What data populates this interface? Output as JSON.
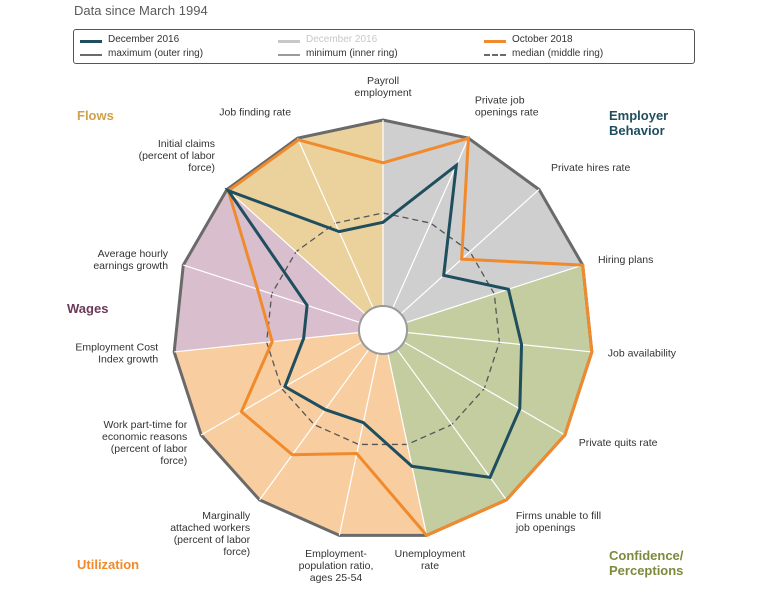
{
  "subtitle": "Data since March 1994",
  "legend": {
    "dec2016": "December 2016",
    "dec2016_faded": "December 2016",
    "oct2018": "October 2018",
    "max": "maximum (outer ring)",
    "min": "minimum (inner ring)",
    "median": "median (middle ring)"
  },
  "groups": {
    "flows": "Flows",
    "employer_1": "Employer",
    "employer_2": "Behavior",
    "wages": "Wages",
    "utilization": "Utilization",
    "confidence_1": "Confidence/",
    "confidence_2": "Perceptions"
  },
  "colors": {
    "dec2016": "#1f4e5f",
    "oct2018": "#f08a2c",
    "faded": "#c8c8c8",
    "ring": "#6a6a6a",
    "flows": "#e7c98a",
    "employer": "#c7c7c7",
    "confidence": "#b8c48f",
    "utilization": "#f7c58f",
    "wages": "#d2b4c6"
  },
  "chart_data": {
    "type": "radar",
    "scale": "each axis normalized: 0 = minimum (inner ring), 0.5 = median (middle ring), 1 = maximum (outer ring)",
    "axes": [
      [
        "Payroll",
        "employment"
      ],
      [
        "Private job",
        "openings rate"
      ],
      [
        "Private hires rate"
      ],
      [
        "Hiring plans"
      ],
      [
        "Job availability"
      ],
      [
        "Private quits rate"
      ],
      [
        "Firms unable to fill",
        "job openings"
      ],
      [
        "Unemployment",
        "rate"
      ],
      [
        "Employment-",
        "population ratio,",
        "ages 25-54"
      ],
      [
        "Marginally",
        "attached workers",
        "(percent of labor",
        "force)"
      ],
      [
        "Work part-time for",
        "economic reasons",
        "(percent of labor",
        "force)"
      ],
      [
        "Employment Cost",
        "Index growth"
      ],
      [
        "Average hourly",
        "earnings growth"
      ],
      [
        "Initial claims",
        "(percent of labor",
        "force)"
      ],
      [
        "Job finding rate"
      ]
    ],
    "series": [
      {
        "name": "December 2016",
        "values": [
          0.45,
          0.84,
          0.31,
          0.58,
          0.62,
          0.72,
          0.85,
          0.62,
          0.38,
          0.4,
          0.48,
          0.3,
          0.3,
          0.99,
          0.45
        ]
      },
      {
        "name": "October 2018",
        "values": [
          0.77,
          1.0,
          0.44,
          1.0,
          1.0,
          1.0,
          1.0,
          1.0,
          0.55,
          0.7,
          0.75,
          0.47,
          0.58,
          0.99,
          0.99
        ]
      }
    ]
  }
}
